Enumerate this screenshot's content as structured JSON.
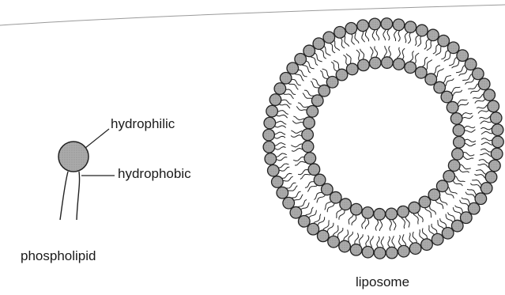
{
  "labels": {
    "hydrophilic": "hydrophilic",
    "hydrophobic": "hydrophobic",
    "phospholipid": "phospholipid",
    "liposome": "liposome"
  },
  "liposome": {
    "outer_leaflet_count": 60,
    "inner_leaflet_count": 40
  },
  "colors": {
    "head_fill": "#a9a9a9",
    "line": "#222222",
    "page_edge": "#9a9a9a"
  }
}
